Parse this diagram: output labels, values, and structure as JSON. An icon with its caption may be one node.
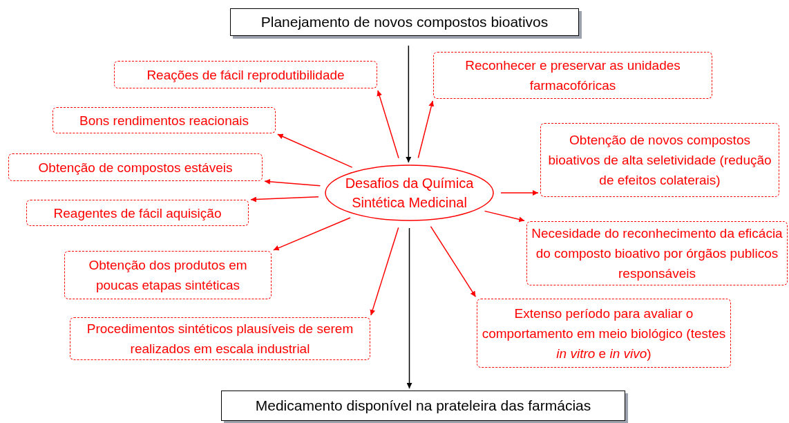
{
  "diagram": {
    "nodes": [
      {
        "text": [
          "Planejamento de novos compostos bioativos"
        ]
      },
      {
        "text": [
          "Desafios da Química Sintética Medicinal"
        ]
      },
      {
        "text": [
          "Medicamento disponível na prateleira das farmácias"
        ]
      },
      {
        "text": [
          "Reações de fácil reprodutibilidade"
        ]
      },
      {
        "text": [
          "Bons rendimentos reacionais"
        ]
      },
      {
        "text": [
          "Obtenção de compostos estáveis"
        ]
      },
      {
        "text": [
          "Reagentes de fácil aquisição"
        ]
      },
      {
        "text": [
          "Obtenção dos produtos em poucas etapas sintéticas"
        ]
      },
      {
        "text": [
          "Procedimentos sintéticos plausíveis de serem realizados em escala industrial"
        ]
      },
      {
        "text": [
          "Reconhecer e preservar as unidades farmacofóricas"
        ]
      },
      {
        "text": [
          "Obtenção de novos compostos bioativos de alta seletividade (redução de efeitos colaterais)"
        ]
      },
      {
        "text": [
          "Necesidade do reconhecimento da eficácia do composto bioativo por órgãos publicos responsáveis"
        ]
      },
      {
        "text": [
          "Extenso período para avaliar o comportamento em meio biológico (testes *in vitro* e *in vivo*)"
        ]
      }
    ],
    "edges": [
      {
        "from": 0,
        "to": 1,
        "arrow": "to",
        "color": "#000000"
      },
      {
        "from": 1,
        "to": 2,
        "arrow": "to",
        "color": "#000000"
      },
      {
        "from": 1,
        "to": 3,
        "arrow": "to",
        "color": "#ff0000"
      },
      {
        "from": 1,
        "to": 4,
        "arrow": "to",
        "color": "#ff0000"
      },
      {
        "from": 1,
        "to": 5,
        "arrow": "to",
        "color": "#ff0000"
      },
      {
        "from": 1,
        "to": 6,
        "arrow": "to",
        "color": "#ff0000"
      },
      {
        "from": 1,
        "to": 7,
        "arrow": "to",
        "color": "#ff0000"
      },
      {
        "from": 1,
        "to": 8,
        "arrow": "to",
        "color": "#ff0000"
      },
      {
        "from": 1,
        "to": 9,
        "arrow": "to",
        "color": "#ff0000"
      },
      {
        "from": 1,
        "to": 10,
        "arrow": "to",
        "color": "#ff0000"
      },
      {
        "from": 1,
        "to": 11,
        "arrow": "to",
        "color": "#ff0000"
      },
      {
        "from": 1,
        "to": 12,
        "arrow": "to",
        "color": "#ff0000"
      }
    ]
  }
}
